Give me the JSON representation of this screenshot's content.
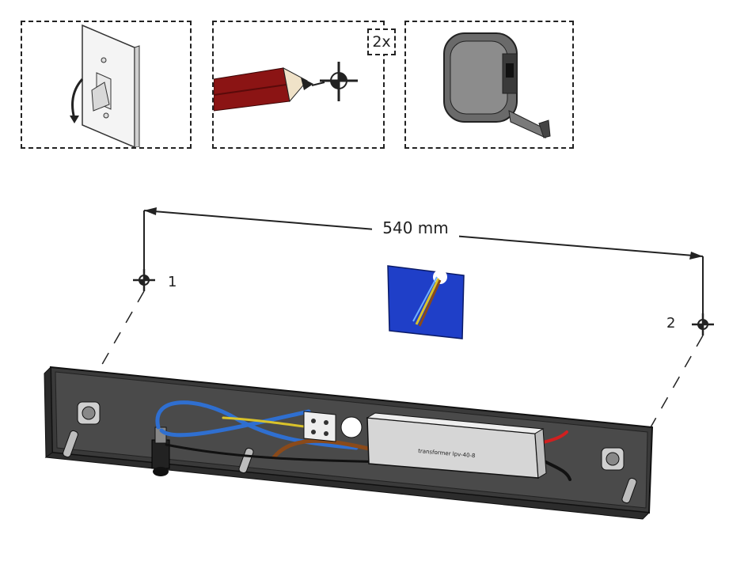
{
  "instructions": {
    "step_icons": [
      {
        "name": "power-off-switch"
      },
      {
        "name": "pencil-mark"
      },
      {
        "name": "tape-measure"
      }
    ],
    "quantity_badge": "2x"
  },
  "drawing": {
    "dimension_label": "540 mm",
    "mark_labels": [
      "1",
      "2"
    ],
    "transformer_label": "transformer lpv-40-8"
  },
  "colors": {
    "pencil": "#8b1414",
    "junction_box": "#1f3fc8",
    "wire_blue": "#2f6fd0",
    "wire_brown": "#8a4a1a",
    "fixture_body": "#3a3a3a"
  }
}
